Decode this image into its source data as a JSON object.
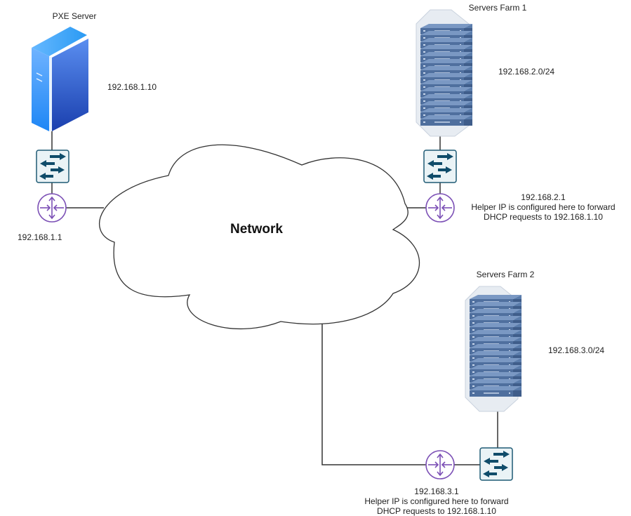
{
  "diagram": {
    "cloud": {
      "label": "Network"
    },
    "pxe_server": {
      "title": "PXE Server",
      "ip": "192.168.1.10",
      "gateway_ip": "192.168.1.1"
    },
    "farm1": {
      "title": "Servers Farm 1",
      "subnet": "192.168.2.0/24",
      "router_ip": "192.168.2.1",
      "note_line1": "Helper IP is configured here to forward",
      "note_line2": "DHCP requests to 192.168.1.10"
    },
    "farm2": {
      "title": "Servers Farm 2",
      "subnet": "192.168.3.0/24",
      "router_ip": "192.168.3.1",
      "note_line1": "Helper IP is configured here to forward",
      "note_line2": "DHCP requests to 192.168.1.10"
    },
    "icons": {
      "server": "tower-server-icon",
      "rack": "server-rack-icon",
      "switch": "network-switch-icon",
      "router": "router-icon"
    },
    "colors": {
      "switch_fill": "#eaf3f6",
      "switch_stroke": "#1f5b75",
      "arrow": "#0f4c6a",
      "router": "#7b4fb5",
      "rack": "#5a7cab",
      "line": "#333333"
    }
  }
}
